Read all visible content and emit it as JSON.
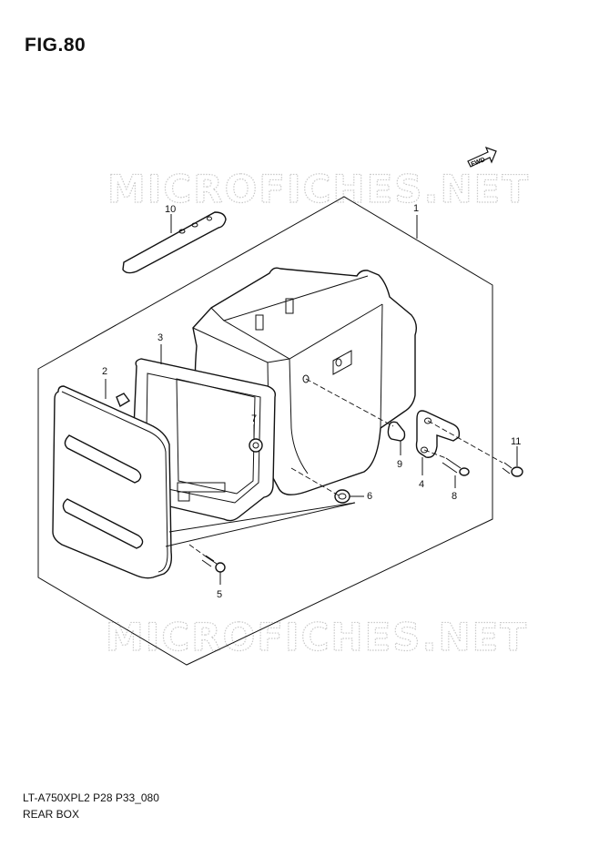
{
  "figure": {
    "title": "FIG.80",
    "diagram_code": "LT-A750XPL2 P28 P33_080",
    "diagram_name": "REAR BOX"
  },
  "watermark": "MICROFICHES.NET",
  "fwd_label": "FWD",
  "callouts": [
    "1",
    "2",
    "3",
    "4",
    "5",
    "6",
    "7",
    "8",
    "9",
    "10",
    "11"
  ]
}
